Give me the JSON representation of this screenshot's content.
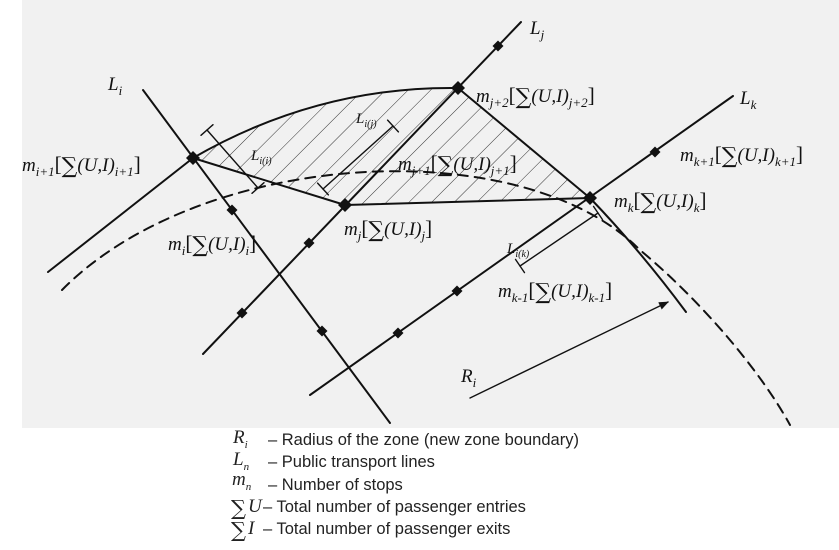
{
  "colors": {
    "ink": "#111111",
    "panel": "#f1f1f1",
    "legend": "#222222"
  },
  "line_labels": {
    "Lj": {
      "symbol": "L",
      "sub": "j"
    },
    "Li": {
      "symbol": "L",
      "sub": "i"
    },
    "Lk": {
      "symbol": "L",
      "sub": "k"
    }
  },
  "distance_labels": {
    "Lij": {
      "symbol": "L",
      "sub": "i(j)"
    },
    "Lii": {
      "symbol": "L",
      "sub": "i(i)"
    },
    "Lik": {
      "symbol": "L",
      "sub": "i(k)"
    }
  },
  "radius_label": {
    "symbol": "R",
    "sub": "i"
  },
  "stop_labels": {
    "m_i1": {
      "symbol": "m",
      "index": "i+1",
      "open": "[",
      "sum": "∑",
      "pair": "(U,I)",
      "pair_index": "i+1",
      "close": "]"
    },
    "m_j2": {
      "symbol": "m",
      "index": "j+2",
      "open": "[",
      "sum": "∑",
      "pair": "(U,I)",
      "pair_index": "j+2",
      "close": "]"
    },
    "m_j1": {
      "symbol": "m",
      "index": "j+1",
      "open": "[",
      "sum": "∑",
      "pair": "(U,I)",
      "pair_index": "j+1",
      "close": "]"
    },
    "m_k1": {
      "symbol": "m",
      "index": "k+1",
      "open": "[",
      "sum": "∑",
      "pair": "(U,I)",
      "pair_index": "k+1",
      "close": "]"
    },
    "m_k": {
      "symbol": "m",
      "index": "k",
      "open": "[",
      "sum": "∑",
      "pair": "(U,I)",
      "pair_index": "k",
      "close": "]"
    },
    "m_j": {
      "symbol": "m",
      "index": "j",
      "open": "[",
      "sum": "∑",
      "pair": "(U,I)",
      "pair_index": "j",
      "close": "]"
    },
    "m_i": {
      "symbol": "m",
      "index": "i",
      "open": "[",
      "sum": "∑",
      "pair": "(U,I)",
      "pair_index": "i",
      "close": "]"
    },
    "m_km1": {
      "symbol": "m",
      "index": "k-1",
      "open": "[",
      "sum": "∑",
      "pair": "(U,I)",
      "pair_index": "k-1",
      "close": "]"
    }
  },
  "legend": [
    {
      "symbol": "R",
      "sub": "i",
      "desc": "– Radius of the zone (new zone boundary)"
    },
    {
      "symbol": "L",
      "sub": "n",
      "desc": "– Public transport lines"
    },
    {
      "symbol": "m",
      "sub": "n",
      "desc": "– Number of stops"
    },
    {
      "symbol": "∑",
      "var": "U",
      "desc": "– Total number of passenger entries"
    },
    {
      "symbol": "∑",
      "var": "I",
      "desc": "– Total number of passenger exits"
    }
  ]
}
